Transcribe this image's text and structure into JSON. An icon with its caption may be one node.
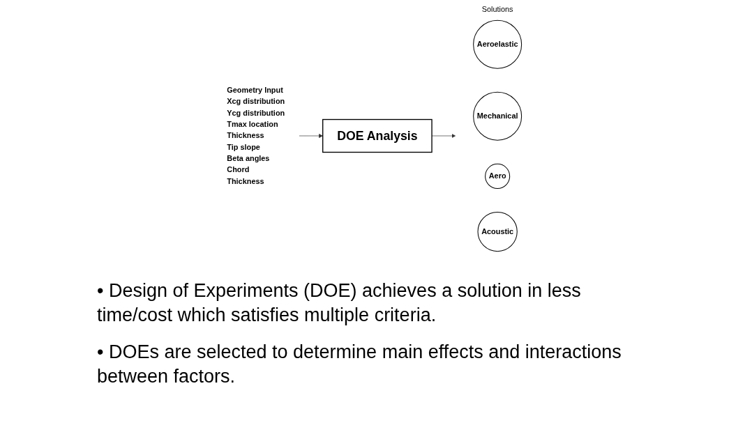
{
  "diagram": {
    "nodes": [
      {
        "text": [
          "Geometry Input",
          "Xcg distribution",
          "Ycg distribution",
          "Tmax location",
          "Thickness",
          "Tip slope",
          "Beta angles",
          "Chord",
          "Thickness"
        ]
      },
      {
        "text": [
          "DOE Analysis"
        ]
      },
      {
        "text": [
          "Solutions"
        ]
      },
      {
        "text": [
          "Aeroelastic"
        ],
        "in": 2
      },
      {
        "text": [
          "Mechanical"
        ],
        "in": 2
      },
      {
        "text": [
          "Aero"
        ],
        "in": 2
      },
      {
        "text": [
          "Acoustic"
        ],
        "in": 2
      }
    ],
    "edges": [
      {
        "from": 0,
        "to": 1,
        "arrow": "to"
      },
      {
        "from": 1,
        "to": 2,
        "arrow": "to"
      }
    ],
    "labels": [
      "• Design of Experiments (DOE) achieves a solution in less time/cost which satisfies multiple criteria.",
      "• DOEs are selected to determine main effects and interactions between factors."
    ]
  }
}
